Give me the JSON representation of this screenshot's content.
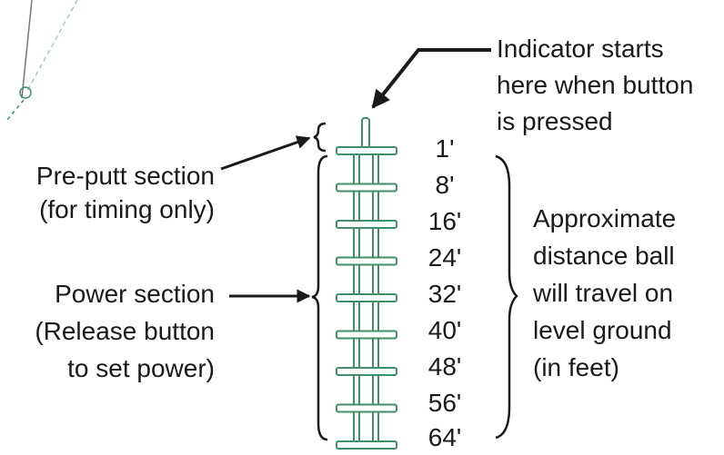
{
  "labels": {
    "indicator": [
      "Indicator starts",
      "here when button",
      "is pressed"
    ],
    "preputt": [
      "Pre-putt section",
      "(for timing only)"
    ],
    "power": [
      "Power section",
      "(Release button",
      "to set power)"
    ],
    "approx": [
      "Approximate",
      "distance ball",
      "will travel on",
      "level ground",
      "(in feet)"
    ]
  },
  "distances": [
    "1'",
    "8'",
    "16'",
    "24'",
    "32'",
    "40'",
    "48'",
    "56'",
    "64'"
  ],
  "colors": {
    "meter": "#3f8f6a",
    "ink": "#1a1a1a"
  },
  "icons": [
    "arrow-icon",
    "brace-icon",
    "golfer-club-icon"
  ]
}
